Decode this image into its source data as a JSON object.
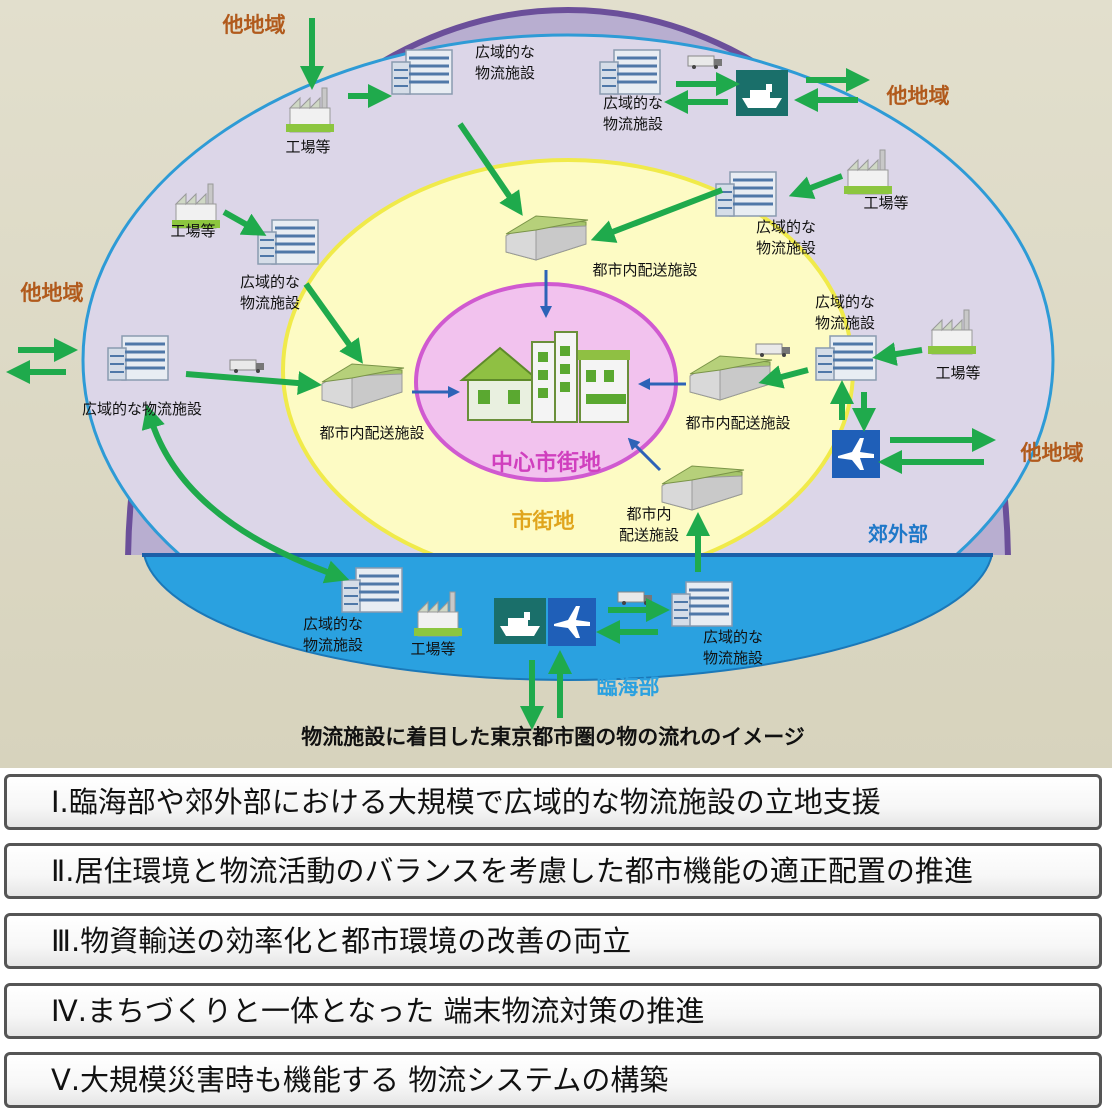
{
  "diagram": {
    "caption": "物流施設に着目した東京都市圏の物の流れのイメージ",
    "zones": {
      "center": "中心市街地",
      "urban": "市街地",
      "suburb": "郊外部",
      "coastal": "臨海部"
    },
    "labels": {
      "other_region_tl": "他地域",
      "other_region_tr": "他地域",
      "other_region_left": "他地域",
      "other_region_right": "他地域",
      "factory_tl": "工場等",
      "factory_tr": "工場等",
      "factory_left": "工場等",
      "factory_right": "工場等",
      "factory_bottom": "工場等",
      "regional_facility_top_1": "広域的な",
      "regional_facility_top_2": "物流施設",
      "regional_facility_ship_1": "広域的な",
      "regional_facility_ship_2": "物流施設",
      "regional_facility_tr_1": "広域的な",
      "regional_facility_tr_2": "物流施設",
      "regional_facility_ml_1": "広域的な",
      "regional_facility_ml_2": "物流施設",
      "regional_facility_left": "広域的な物流施設",
      "regional_facility_right_1": "広域的な",
      "regional_facility_right_2": "物流施設",
      "regional_facility_bl_1": "広域的な",
      "regional_facility_bl_2": "物流施設",
      "regional_facility_br_1": "広域的な",
      "regional_facility_br_2": "物流施設",
      "urban_delivery_top": "都市内配送施設",
      "urban_delivery_left": "都市内配送施設",
      "urban_delivery_right": "都市内配送施設",
      "urban_delivery_bottom_1": "都市内",
      "urban_delivery_bottom_2": "配送施設"
    },
    "colors": {
      "outer_band": "#b8aed0",
      "suburb_fill": "#dcd6e8",
      "urban_fill": "#fdfbc4",
      "center_fill": "#f2c2ee",
      "coastal_fill": "#2aa1e0",
      "arrow_green": "#1faa4c",
      "arrow_blue": "#2d63b7",
      "label_orange": "#b15a1c"
    }
  },
  "policies": [
    "Ⅰ.臨海部や郊外部における大規模で広域的な物流施設の立地支援",
    "Ⅱ.居住環境と物流活動のバランスを考慮した都市機能の適正配置の推進",
    "Ⅲ.物資輸送の効率化と都市環境の改善の両立",
    "Ⅳ.まちづくりと一体となった 端末物流対策の推進",
    "Ⅴ.大規模災害時も機能する 物流システムの構築"
  ]
}
